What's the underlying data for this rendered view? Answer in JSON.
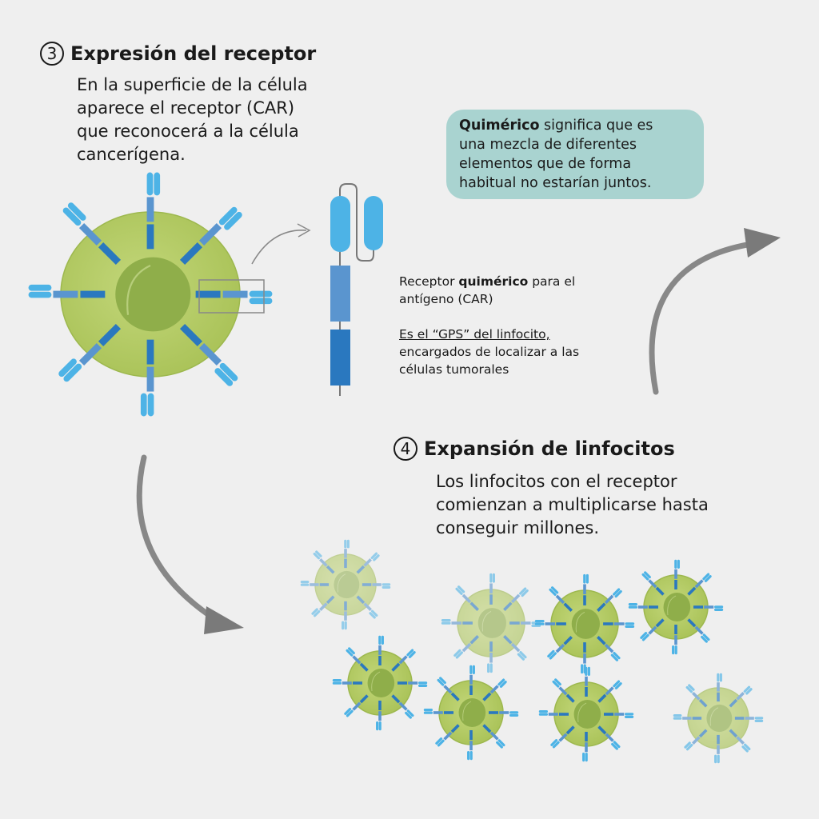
{
  "step3": {
    "number": "3",
    "title": "Expresión del receptor",
    "description": [
      "En la superficie de la célula",
      "aparece el receptor (CAR)",
      "que reconocerá a la célula",
      "cancerígena."
    ]
  },
  "note": {
    "bold": "Quimérico",
    "lines": [
      " significa que es",
      "una mezcla de diferentes",
      "elementos que de forma",
      "habitual no estarían juntos."
    ]
  },
  "receptor_label": {
    "line1_pre": "Receptor ",
    "line1_bold": "quimérico",
    "line1_post": " para el",
    "line2": "antígeno (CAR)",
    "gps_underlined": "Es el “GPS” del linfocito,",
    "gps_line2": "encargados de localizar a las",
    "gps_line3": "células tumorales"
  },
  "step4": {
    "number": "4",
    "title": "Expansión de linfocitos",
    "description": [
      "Los linfocitos con el receptor",
      "comienzan a multiplicarse hasta",
      "conseguir millones."
    ]
  },
  "colors": {
    "cell": "#b5cc63",
    "nucleus": "#8fae4a",
    "receptor_light": "#4db3e6",
    "receptor_mid": "#5a95cf",
    "receptor_dark": "#2a78bf",
    "note_bg": "#a9d3d0",
    "arrow": "#7a7a7a"
  }
}
